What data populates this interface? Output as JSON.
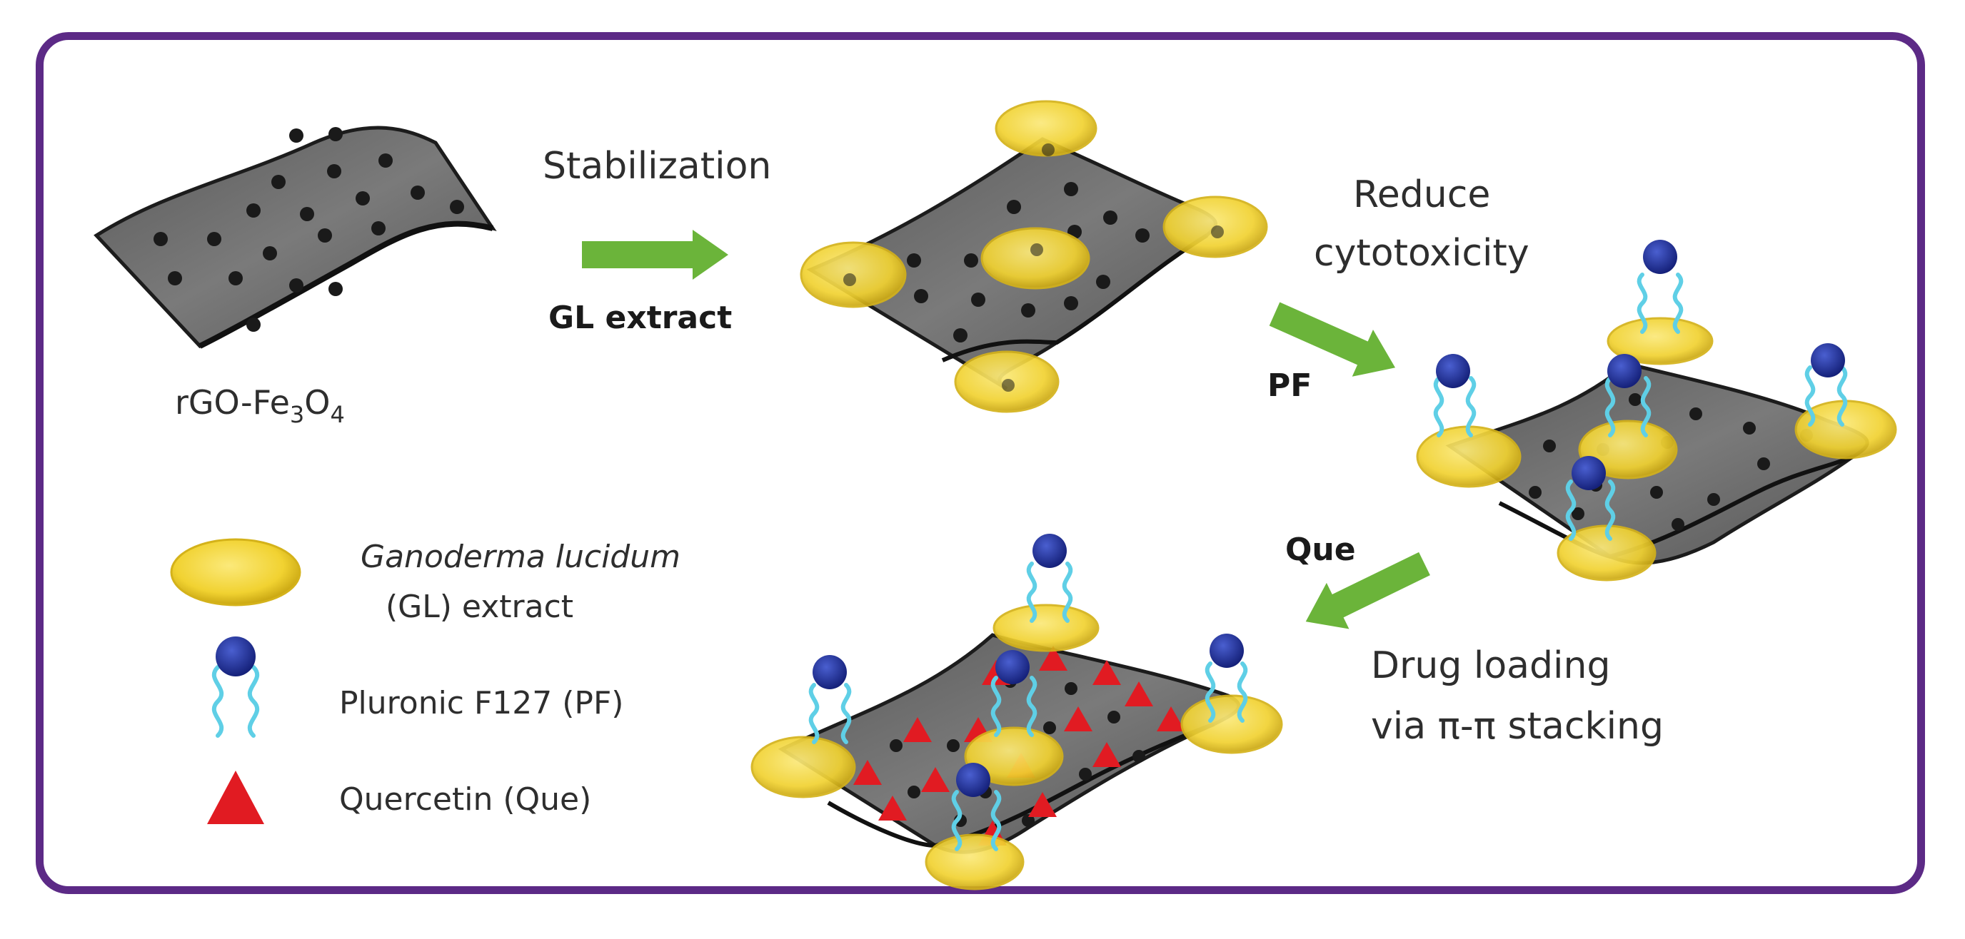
{
  "colors": {
    "frame": "#5c2a86",
    "sheet": "#6e6e6e",
    "sheet_edge": "#1c1c1c",
    "particle": "#1a1a1a",
    "gl_extract": "#f1d231",
    "pf_head": "#1f2f9e",
    "pf_chain": "#5fcfe6",
    "quercetin": "#e11b22",
    "arrow": "#6bb43a"
  },
  "labels": {
    "start_material": "rGO-Fe",
    "start_sub1": "3",
    "start_mid": "O",
    "start_sub2": "4",
    "step1_top": "Stabilization",
    "step1_bottom": "GL extract",
    "step2_top_line1": "Reduce",
    "step2_top_line2": "cytotoxicity",
    "step2_bottom": "PF",
    "step3_top": "Que",
    "step3_bottom_line1": "Drug loading",
    "step3_bottom_line2": "via π-π stacking"
  },
  "legend": [
    {
      "icon": "ellipse-icon",
      "line1_italic": "Ganoderma lucidum",
      "line2": "(GL) extract"
    },
    {
      "icon": "pluronic-icon",
      "line1": "Pluronic F127 (PF)"
    },
    {
      "icon": "triangle-icon",
      "line1": "Quercetin (Que)"
    }
  ]
}
